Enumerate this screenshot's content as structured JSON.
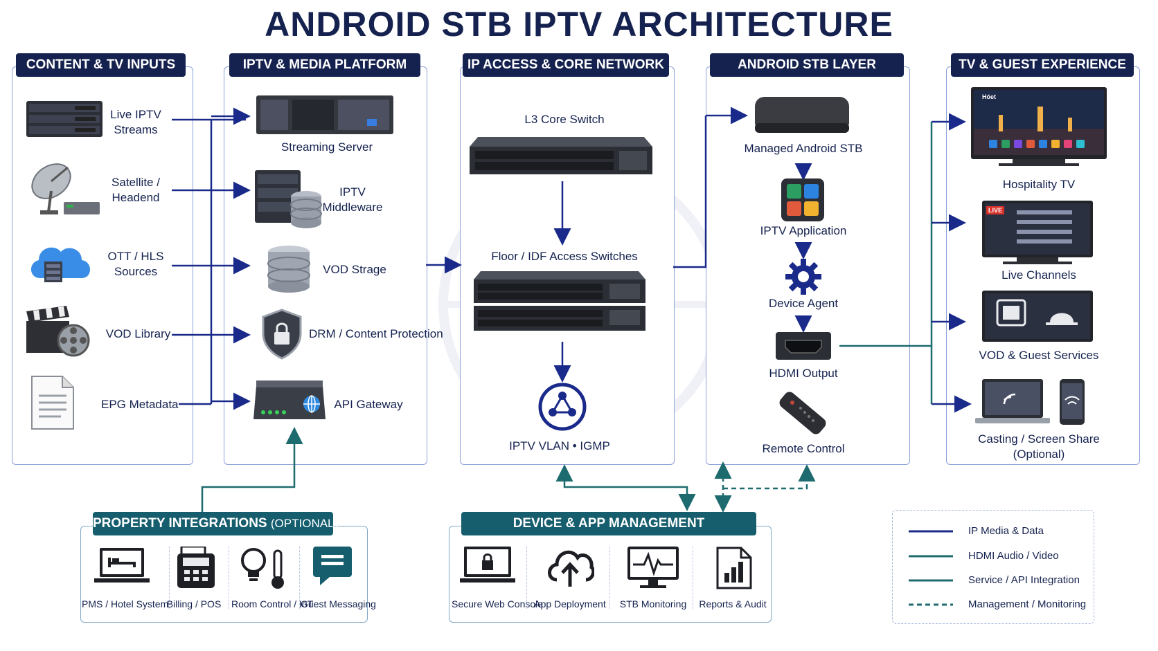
{
  "title": "ANDROID STB IPTV ARCHITECTURE",
  "panels": {
    "content_inputs": {
      "header": "CONTENT & TV INPUTS",
      "items": [
        "Live IPTV\nStreams",
        "Satellite /\nHeadend",
        "OTT / HLS\nSources",
        "VOD Library",
        "EPG Metadata"
      ]
    },
    "media_platform": {
      "header": "IPTV & MEDIA PLATFORM",
      "items": [
        "Streaming Server",
        "IPTV\nMiddleware",
        "VOD Strage",
        "DRM / Content Protection",
        "API Gateway"
      ]
    },
    "core_network": {
      "header": "IP ACCESS & CORE NETWORK",
      "items": [
        "L3 Core Switch",
        "Floor / IDF Access Switches",
        "IPTV VLAN • IGMP"
      ]
    },
    "stb_layer": {
      "header": "ANDROID STB LAYER",
      "items": [
        "Managed Android STB",
        "IPTV Application",
        "Device Agent",
        "HDMI Output",
        "Remote Control"
      ]
    },
    "guest_experience": {
      "header": "TV & GUEST EXPERIENCE",
      "items": [
        "Hospitality TV",
        "Live Channels",
        "VOD & Guest Services",
        "Casting / Screen Share\n(Optional)"
      ],
      "tv_brand": "Hóet",
      "live_badge": "LIVE"
    }
  },
  "property_integrations": {
    "header_main": "PROPERTY INTEGRATIONS",
    "header_suffix": "(OPTIONAL)",
    "items": [
      "PMS / Hotel System",
      "Billing / POS",
      "Room Control / IoT",
      "Guest Messaging"
    ]
  },
  "device_management": {
    "header": "DEVICE & APP MANAGEMENT",
    "items": [
      "Secure Web Console",
      "App Deployment",
      "STB Monitoring",
      "Reports & Audit"
    ]
  },
  "legend": [
    {
      "label": "IP Media & Data",
      "style": "solid",
      "color": "#1a2a8a"
    },
    {
      "label": "HDMI Audio / Video",
      "style": "solid",
      "color": "#1d6b6e"
    },
    {
      "label": "Service / API Integration",
      "style": "solid",
      "color": "#1d6b6e"
    },
    {
      "label": "Management / Monitoring",
      "style": "dashed",
      "color": "#1d6b6e"
    }
  ],
  "colors": {
    "navy": "#15224f",
    "teal": "#165e6e",
    "line_blue": "#1a2a8a",
    "panel_border": "#8aa0d8"
  }
}
